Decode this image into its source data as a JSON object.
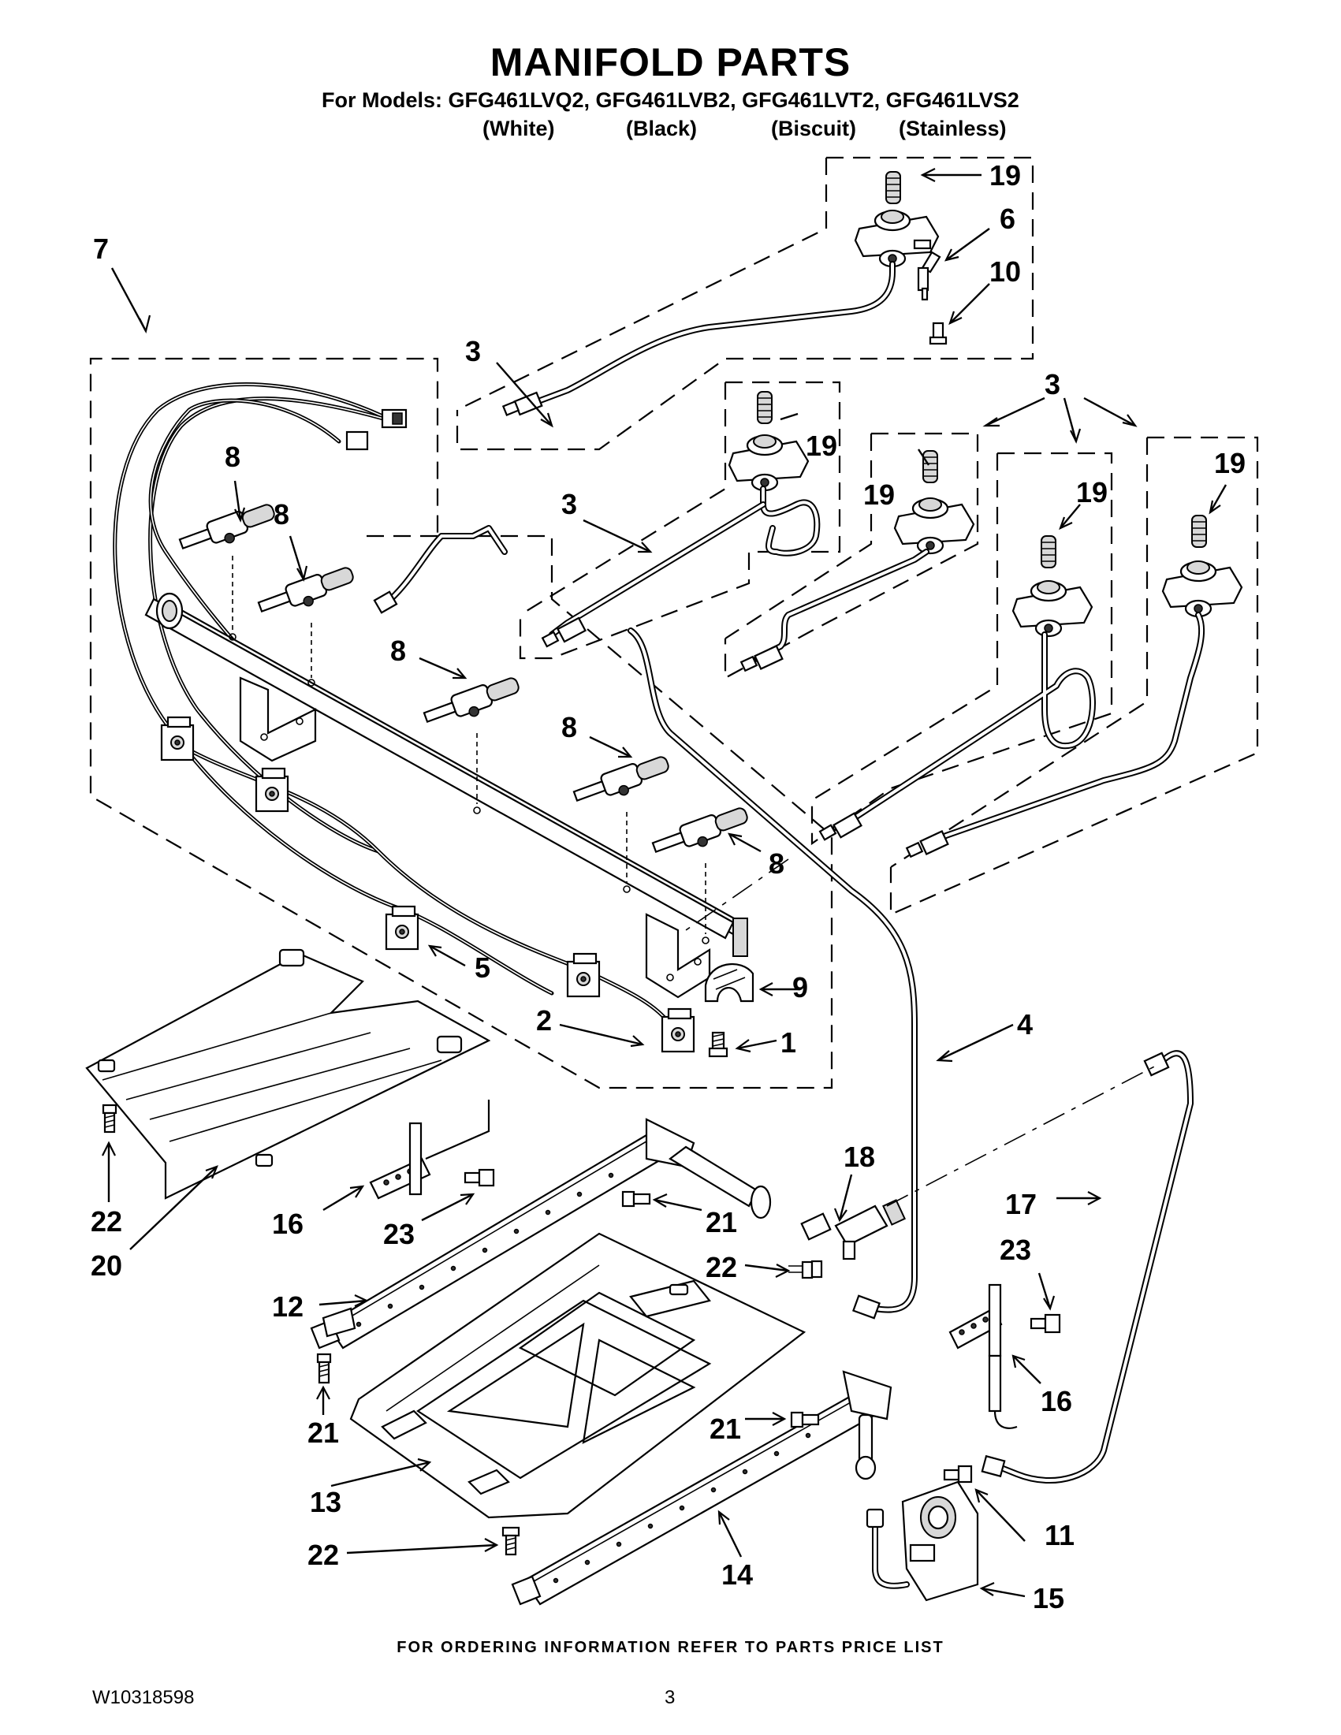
{
  "header": {
    "title": "MANIFOLD PARTS",
    "models_line": "For Models: GFG461LVQ2, GFG461LVB2, GFG461LVT2, GFG461LVS2",
    "colors": [
      "(White)",
      "(Black)",
      "(Biscuit)",
      "(Stainless)"
    ]
  },
  "callouts": {
    "c1": "1",
    "c2": "2",
    "c3a": "3",
    "c3b": "3",
    "c3c": "3",
    "c4": "4",
    "c5": "5",
    "c6": "6",
    "c7": "7",
    "c8a": "8",
    "c8b": "8",
    "c8c": "8",
    "c8d": "8",
    "c8e": "8",
    "c9": "9",
    "c10": "10",
    "c11": "11",
    "c12": "12",
    "c13": "13",
    "c14": "14",
    "c15": "15",
    "c16a": "16",
    "c16b": "16",
    "c17": "17",
    "c18": "18",
    "c19a": "19",
    "c19b": "19",
    "c19c": "19",
    "c19d": "19",
    "c19e": "19",
    "c20": "20",
    "c21a": "21",
    "c21b": "21",
    "c21c": "21",
    "c22a": "22",
    "c22b": "22",
    "c22c": "22",
    "c23a": "23",
    "c23b": "23"
  },
  "footer": {
    "ordering_note": "FOR ORDERING INFORMATION REFER TO PARTS PRICE LIST",
    "document_number": "W10318598",
    "page_number": "3"
  }
}
